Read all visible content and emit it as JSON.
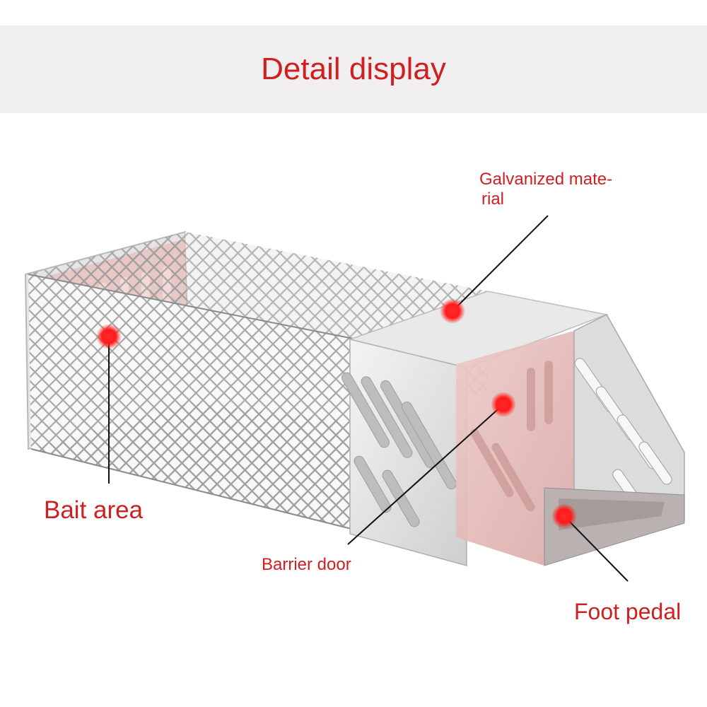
{
  "header": {
    "title": "Detail display"
  },
  "callouts": {
    "galvanized_line1": "Galvanized mate-",
    "galvanized_line2": "rial",
    "bait_area": "Bait area",
    "barrier_door": "Barrier door",
    "foot_pedal": "Foot pedal"
  },
  "colors": {
    "accent": "#cf1f21",
    "header_band": "#f0eeee",
    "marker": "#ff1a1a"
  }
}
